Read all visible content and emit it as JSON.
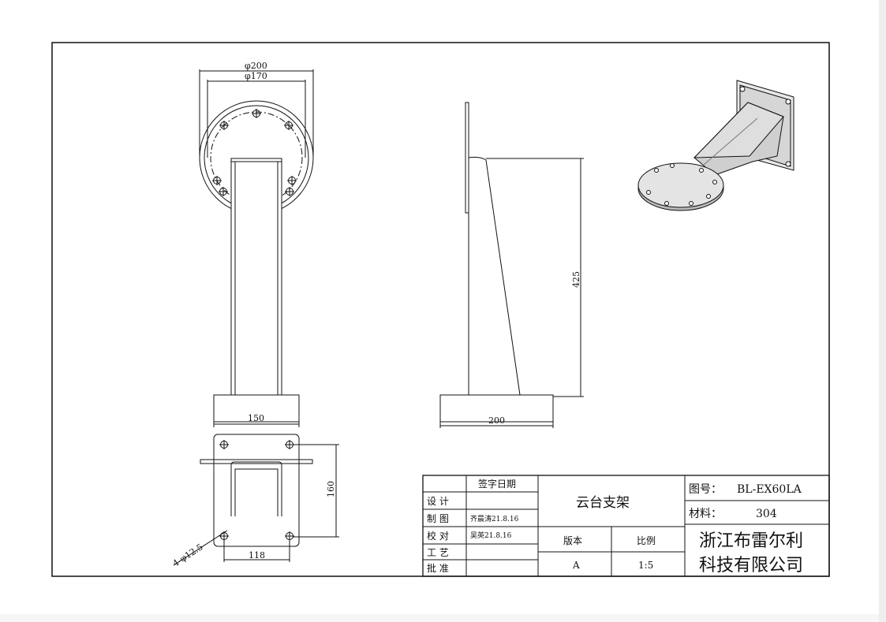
{
  "drawing": {
    "front_view": {
      "dim_outer_dia": "φ200",
      "dim_bolt_circle": "φ170",
      "dim_base_width": "150"
    },
    "side_view": {
      "dim_height": "425",
      "dim_base_depth": "200"
    },
    "plate_view": {
      "dim_hole_spacing_v": "160",
      "dim_hole_spacing_h": "118",
      "dim_holes": "4-φ12.5"
    }
  },
  "title_block": {
    "header_sign_date": "签字日期",
    "rows": [
      {
        "role": "设  计",
        "sign": ""
      },
      {
        "role": "制  图",
        "sign": "齐晨涛21.8.16"
      },
      {
        "role": "校  对",
        "sign": "吴英21.8.16"
      },
      {
        "role": "工  艺",
        "sign": ""
      },
      {
        "role": "批  准",
        "sign": ""
      }
    ],
    "part_name": "云台支架",
    "version_label": "版本",
    "version_value": "A",
    "scale_label": "比例",
    "scale_value": "1:5",
    "drawing_no_label": "图号：",
    "drawing_no_value": "BL-EX60LA",
    "material_label": "材料：",
    "material_value": "304",
    "company_line1": "浙江布雷尔利",
    "company_line2": "科技有限公司"
  }
}
